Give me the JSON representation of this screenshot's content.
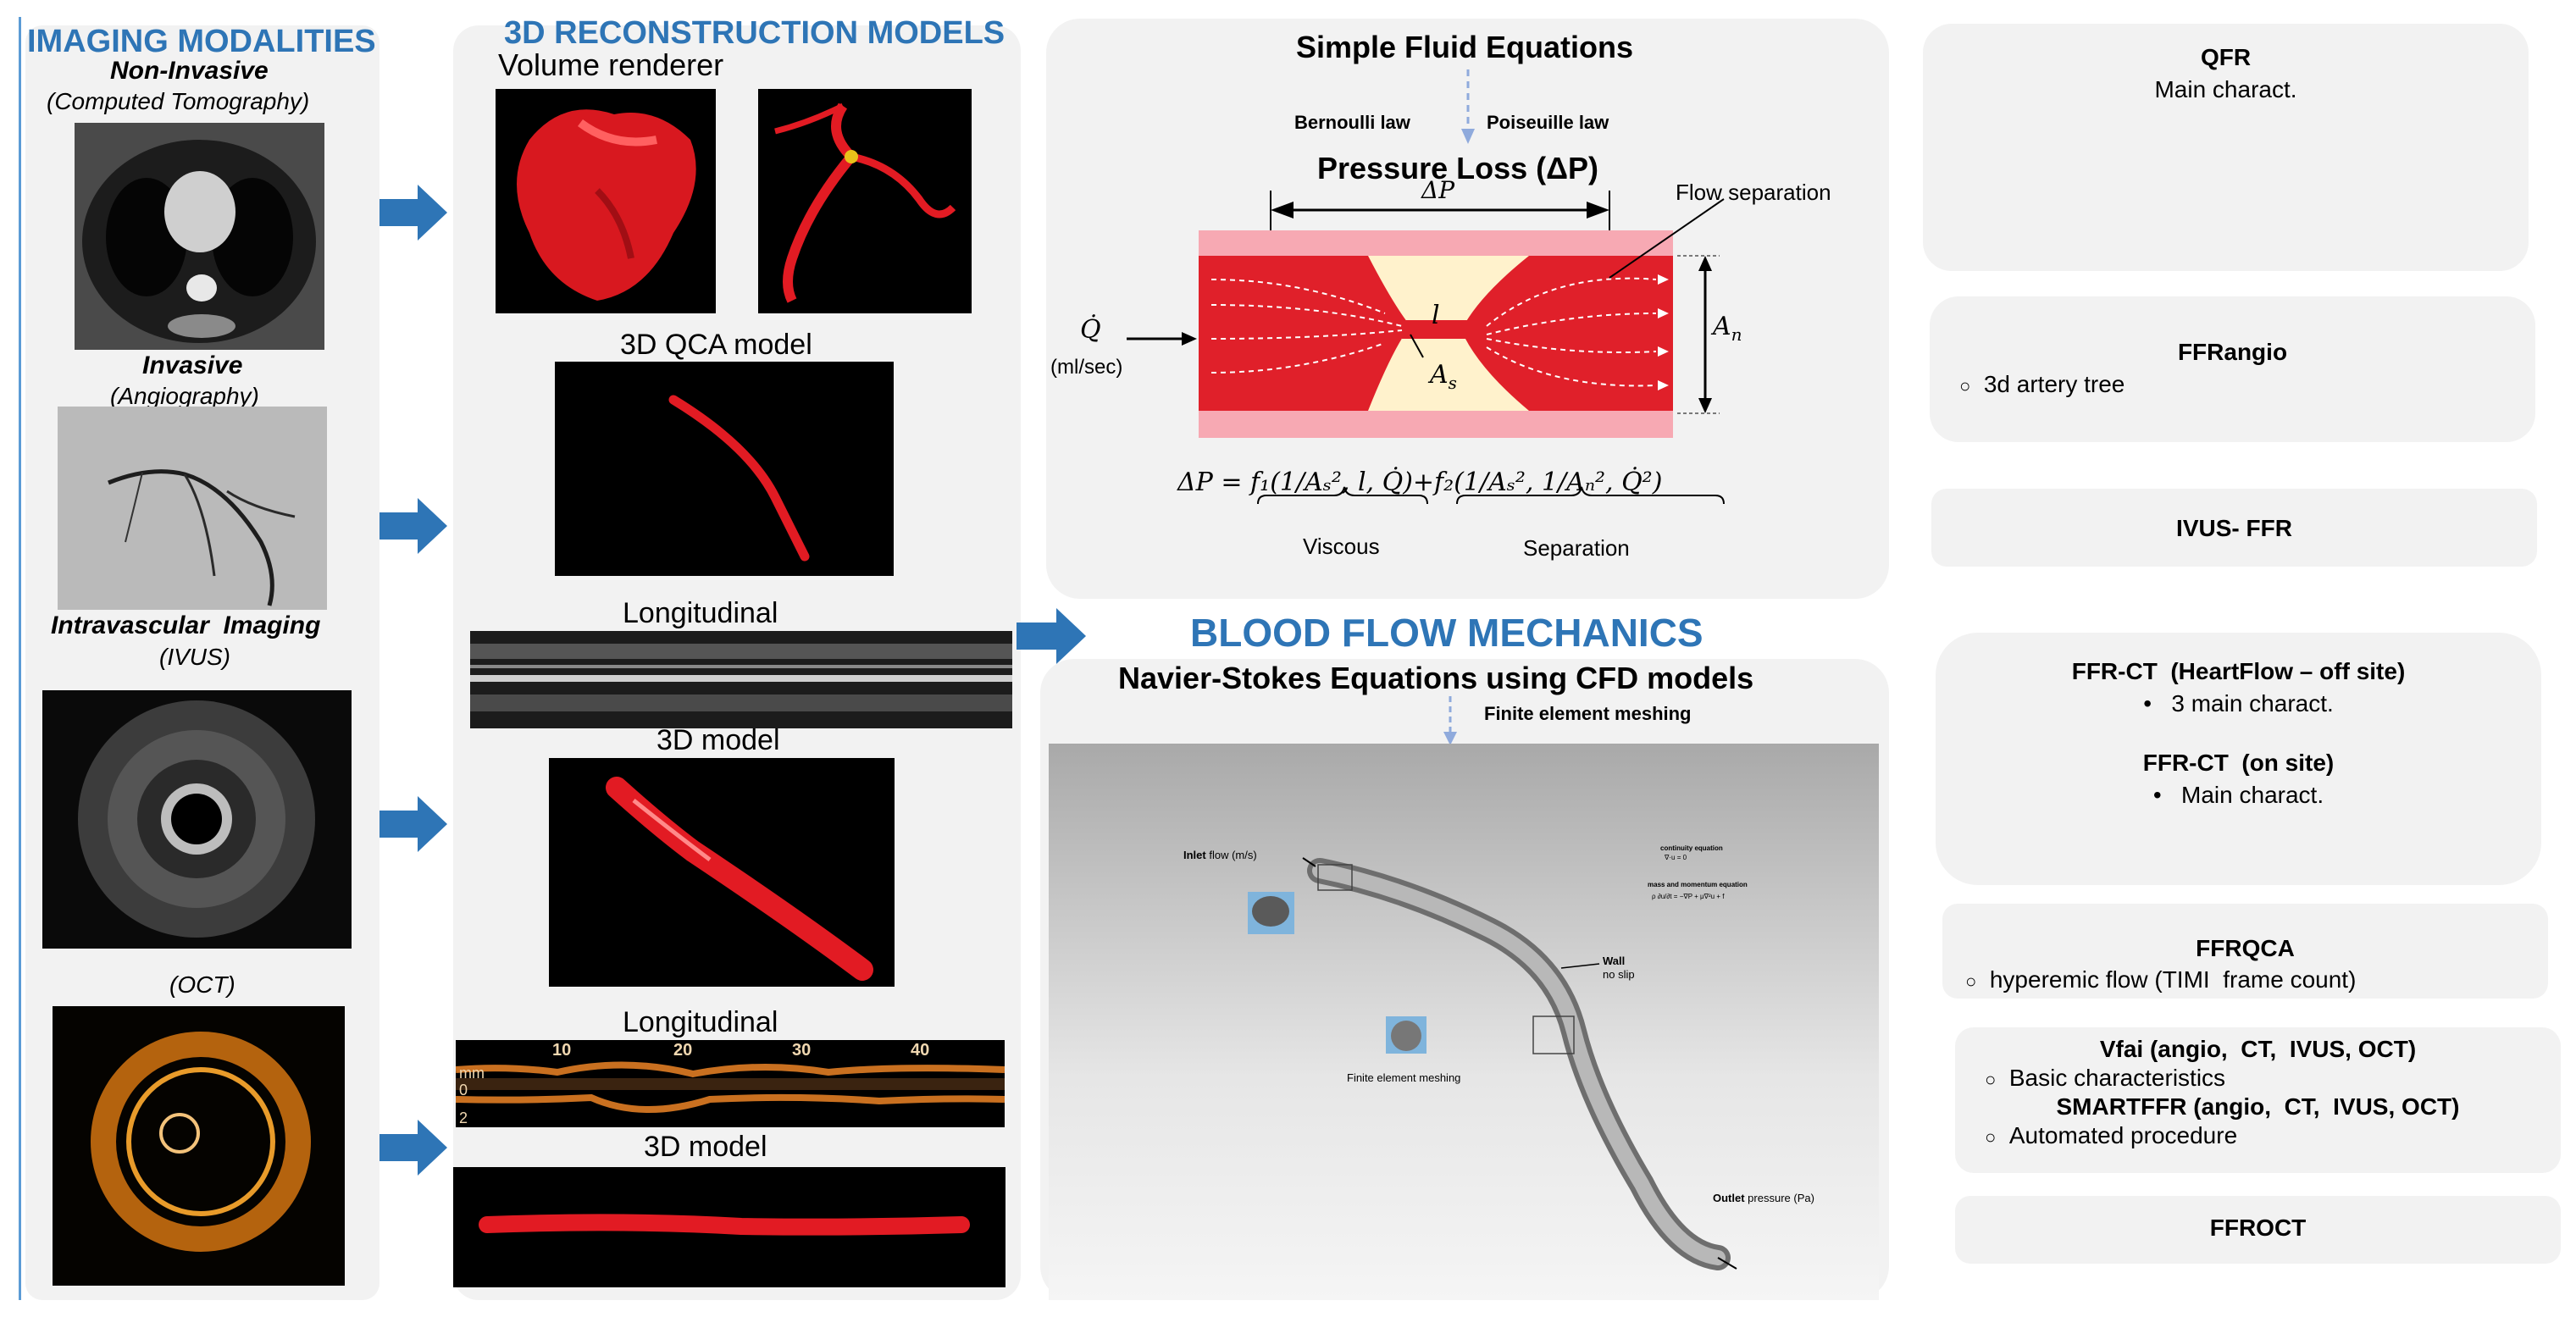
{
  "col1": {
    "title": "IMAGING MODALITIES",
    "noninvasive": "Non-Invasive",
    "ct": "(Computed Tomography)",
    "invasive": "Invasive",
    "angio": "(Angiography)",
    "intravascular": "Intravascular  Imaging",
    "ivus": "(IVUS)",
    "oct": "(OCT)"
  },
  "col2": {
    "title": "3D RECONSTRUCTION MODELS",
    "volume": "Volume renderer",
    "qca": "3D QCA model",
    "long1": "Longitudinal",
    "model1": "3D model",
    "long2": "Longitudinal",
    "model2": "3D model",
    "ticks": [
      "10",
      "20",
      "30",
      "40"
    ],
    "mm": "mm",
    "mm0": "0",
    "mm2": "2"
  },
  "fluid": {
    "title": "Simple Fluid Equations",
    "bernoulli": "Bernoulli law",
    "poiseuille": "Poiseuille law",
    "pressure_loss": "Pressure Loss (ΔP)",
    "delta_p": "ΔP",
    "flow_sep": "Flow separation",
    "q": "Q̇",
    "q_unit": "(ml/sec)",
    "l": "l",
    "as": "A",
    "as_sub": "s",
    "an": "A",
    "an_sub": "n",
    "equation": "ΔP = f₁(1/Aₛ², l, Q̇)+f₂(1/Aₛ², 1/Aₙ², Q̇²)",
    "viscous": "Viscous",
    "separation": "Separation"
  },
  "mech": {
    "title": "BLOOD FLOW MECHANICS",
    "navier": "Navier-Stokes Equations using CFD models",
    "fem": "Finite element meshing",
    "inlet_bold": "Inlet",
    "inlet_rest": " flow (m/s)",
    "wall": "Wall",
    "noslip": "no slip",
    "fem_small": "Finite element meshing",
    "outlet_bold": "Outlet",
    "outlet_rest": " pressure (Pa)",
    "continuity": "continuity equation",
    "continuity_eq": "∇·u = 0",
    "momentum": "mass and momentum equation",
    "momentum_eq": "ρ ∂u/∂t = −∇P + μ∇²u + f"
  },
  "right": {
    "qfr": "QFR",
    "qfr_sub": "Main charact.",
    "ffrangio": "FFRangio",
    "ffrangio_b1": "3d artery tree",
    "ivusffr": "IVUS- FFR",
    "ffrct1": "FFR-CT  (HeartFlow – off site)",
    "ffrct1_b1": "3 main charact.",
    "ffrct2": "FFR-CT  (on site)",
    "ffrct2_b1": "Main charact.",
    "ffrqca": "FFRQCA",
    "ffrqca_b1": "hyperemic flow (TIMI  frame count)",
    "vfai": "Vfai (angio,  CT,  IVUS, OCT)",
    "vfai_b1": "Basic characteristics",
    "smart": "SMARTFFR (angio,  CT,  IVUS, OCT)",
    "smart_b1": "Automated procedure",
    "ffroct": "FFROCT"
  },
  "colors": {
    "blue_title": "#2e75b6",
    "arrow_blue": "#2e75b6",
    "vessel_red": "#e0202a",
    "panel_gray": "#f2f2f2"
  }
}
